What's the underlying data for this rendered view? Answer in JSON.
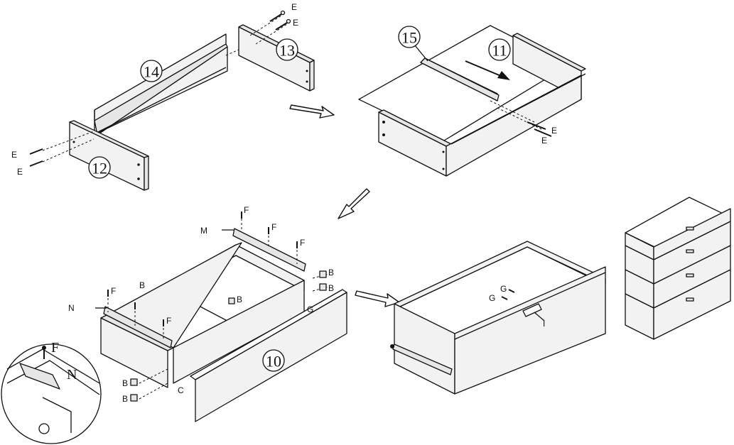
{
  "parts": {
    "p10": "10",
    "p11": "11",
    "p12": "12",
    "p13": "13",
    "p14": "14",
    "p15": "15"
  },
  "hardware": {
    "B": "B",
    "C": "C",
    "E": "E",
    "F": "F",
    "G": "G",
    "I": "I",
    "M": "M",
    "N": "N"
  }
}
